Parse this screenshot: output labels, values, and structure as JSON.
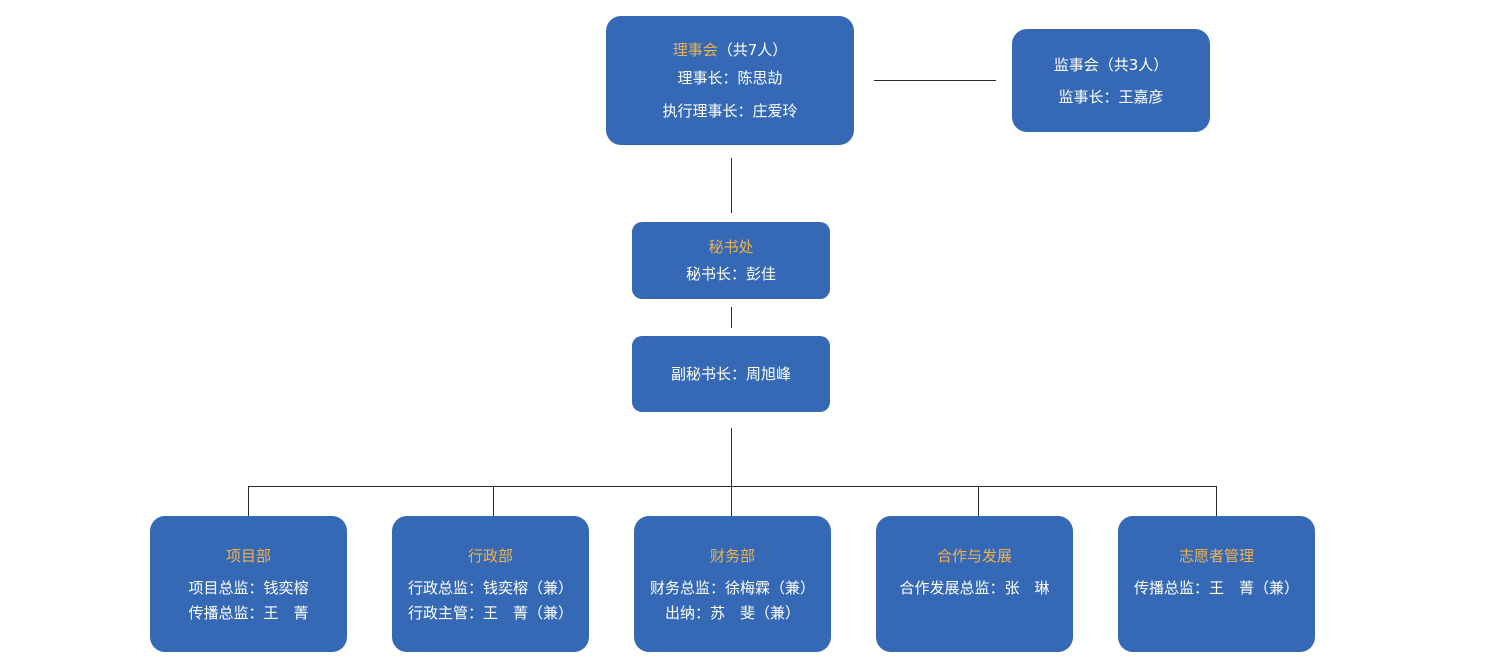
{
  "colors": {
    "box": "#3569b5",
    "title": "#f0b14a",
    "text": "#ffffff",
    "line": "#2b2b2b"
  },
  "board": {
    "title": "理事会",
    "count": "（共7人）",
    "lines": [
      "理事长：陈思劼",
      "执行理事长：庄爱玲"
    ]
  },
  "supervisors": {
    "title": "监事会（共3人）",
    "lines": [
      "监事长：王嘉彦"
    ]
  },
  "secretariat": {
    "title": "秘书处",
    "lines": [
      "秘书长：彭佳"
    ]
  },
  "deputy": {
    "lines": [
      "副秘书长：周旭峰"
    ]
  },
  "departments": [
    {
      "title": "项目部",
      "lines": [
        "项目总监：钱奕榕",
        "传播总监：王　菁"
      ]
    },
    {
      "title": "行政部",
      "lines": [
        "行政总监：钱奕榕（兼）",
        "行政主管：王　菁（兼）"
      ]
    },
    {
      "title": "财务部",
      "lines": [
        "财务总监：徐梅霖（兼）",
        "出纳：苏　斐（兼）"
      ]
    },
    {
      "title": "合作与发展",
      "lines": [
        "合作发展总监：张　琳"
      ]
    },
    {
      "title": "志愿者管理",
      "lines": [
        "传播总监：王　菁（兼）"
      ]
    }
  ]
}
